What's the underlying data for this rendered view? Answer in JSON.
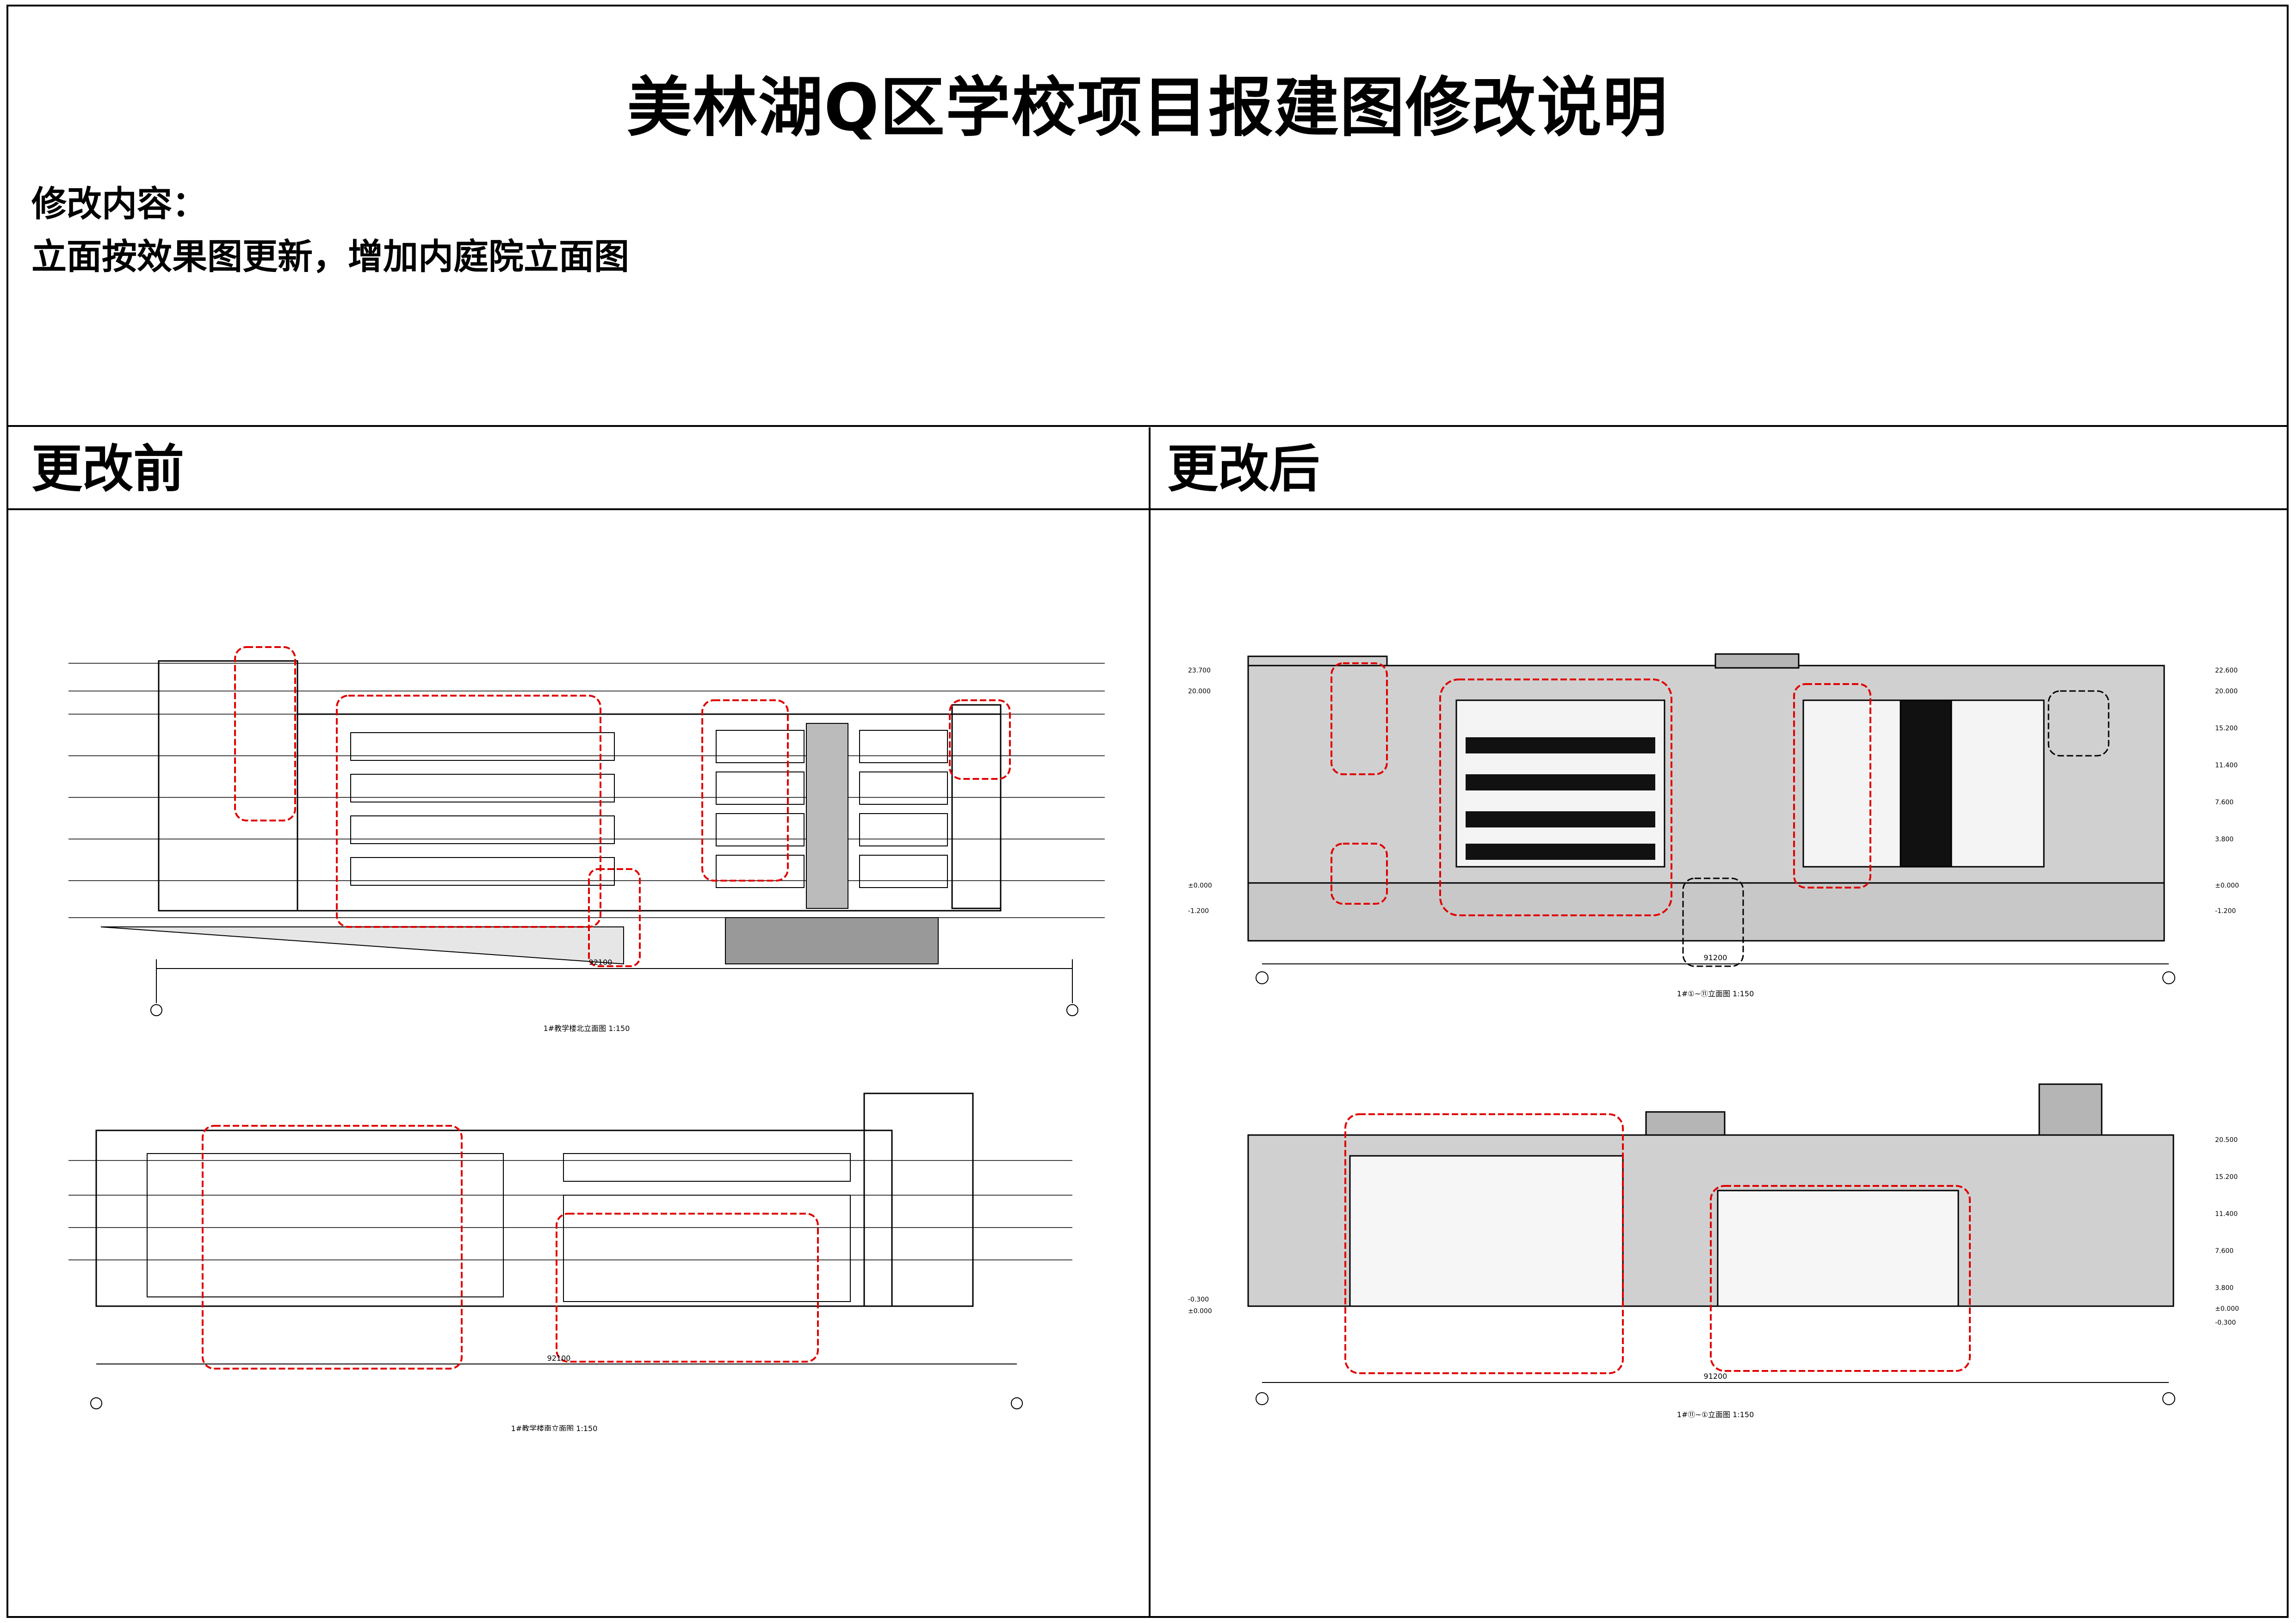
{
  "document": {
    "title": "美林湖Q区学校项目报建图修改说明",
    "notes_label": "修改内容：",
    "notes_text": "立面按效果图更新，增加内庭院立面图"
  },
  "panels": {
    "before_label": "更改前",
    "after_label": "更改后"
  },
  "drawings": {
    "before_top": {
      "dim_total": "92100",
      "caption": "1#教学楼北立面图",
      "scale": "1:150"
    },
    "before_bottom": {
      "dim_total": "92100",
      "caption": "1#教学楼南立面图",
      "scale": "1:150"
    },
    "after_top": {
      "dim_total": "91200",
      "caption": "1#①~⑪立面图",
      "scale": "1:150",
      "elev_left": [
        "23.700",
        "20.000",
        "±0.000",
        "-1.200"
      ],
      "elev_right": [
        "22.600",
        "20.000",
        "15.200",
        "11.400",
        "7.600",
        "3.800",
        "±0.000",
        "-1.200"
      ]
    },
    "after_bottom": {
      "dim_total": "91200",
      "caption": "1#⑪~①立面图",
      "scale": "1:150",
      "elev_left": [
        "-0.300",
        "±0.000"
      ],
      "elev_right": [
        "20.500",
        "15.200",
        "11.400",
        "7.600",
        "3.800",
        "±0.000",
        "-0.300"
      ]
    }
  },
  "colors": {
    "markup_cloud": "#e00000",
    "line": "#000000",
    "hatch_fill": "#d0d0d0"
  }
}
